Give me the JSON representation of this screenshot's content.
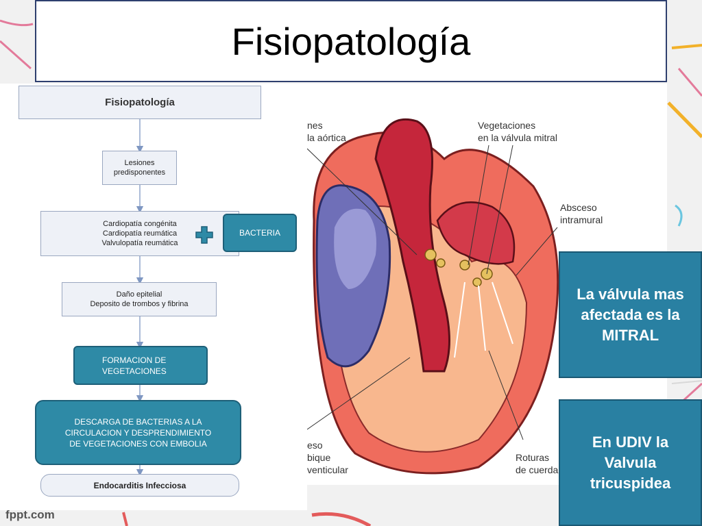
{
  "slide": {
    "title": "Fisiopatología",
    "footer": "fppt.com"
  },
  "flowchart": {
    "header": "Fisiopatología",
    "step1": [
      "Lesiones",
      "predisponentes"
    ],
    "step2": [
      "Cardiopatía congénita",
      "Cardiopatía reumática",
      "Valvulopatía reumática"
    ],
    "bacteria": "BACTERIA",
    "step3": [
      "Daño epitelial",
      "Deposito de trombos y fibrina"
    ],
    "step4": [
      "FORMACION DE",
      "VEGETACIONES"
    ],
    "step5": [
      "DESCARGA DE BACTERIAS A LA",
      "CIRCULACION Y DESPRENDIMIENTO",
      "DE VEGETACIONES CON EMBOLIA"
    ],
    "step6": "Endocarditis Infecciosa"
  },
  "illustration": {
    "label_top_left": "nes\nla aórtica",
    "label_mitral": "Vegetaciones\nen la válvula mitral",
    "label_abscess": "Absceso\nintramural",
    "label_bottom_left": "eso\nbique\nventicular",
    "label_bottom_right": "Roturas\nde cuerda"
  },
  "callouts": {
    "mitral": "La válvula mas afectada es la MITRAL",
    "udiv": "En UDIV la Valvula tricuspidea"
  },
  "colors": {
    "callout_fill": "#2980a2",
    "teal_box": "#2e8aa6",
    "title_border": "#2e3f6e"
  }
}
